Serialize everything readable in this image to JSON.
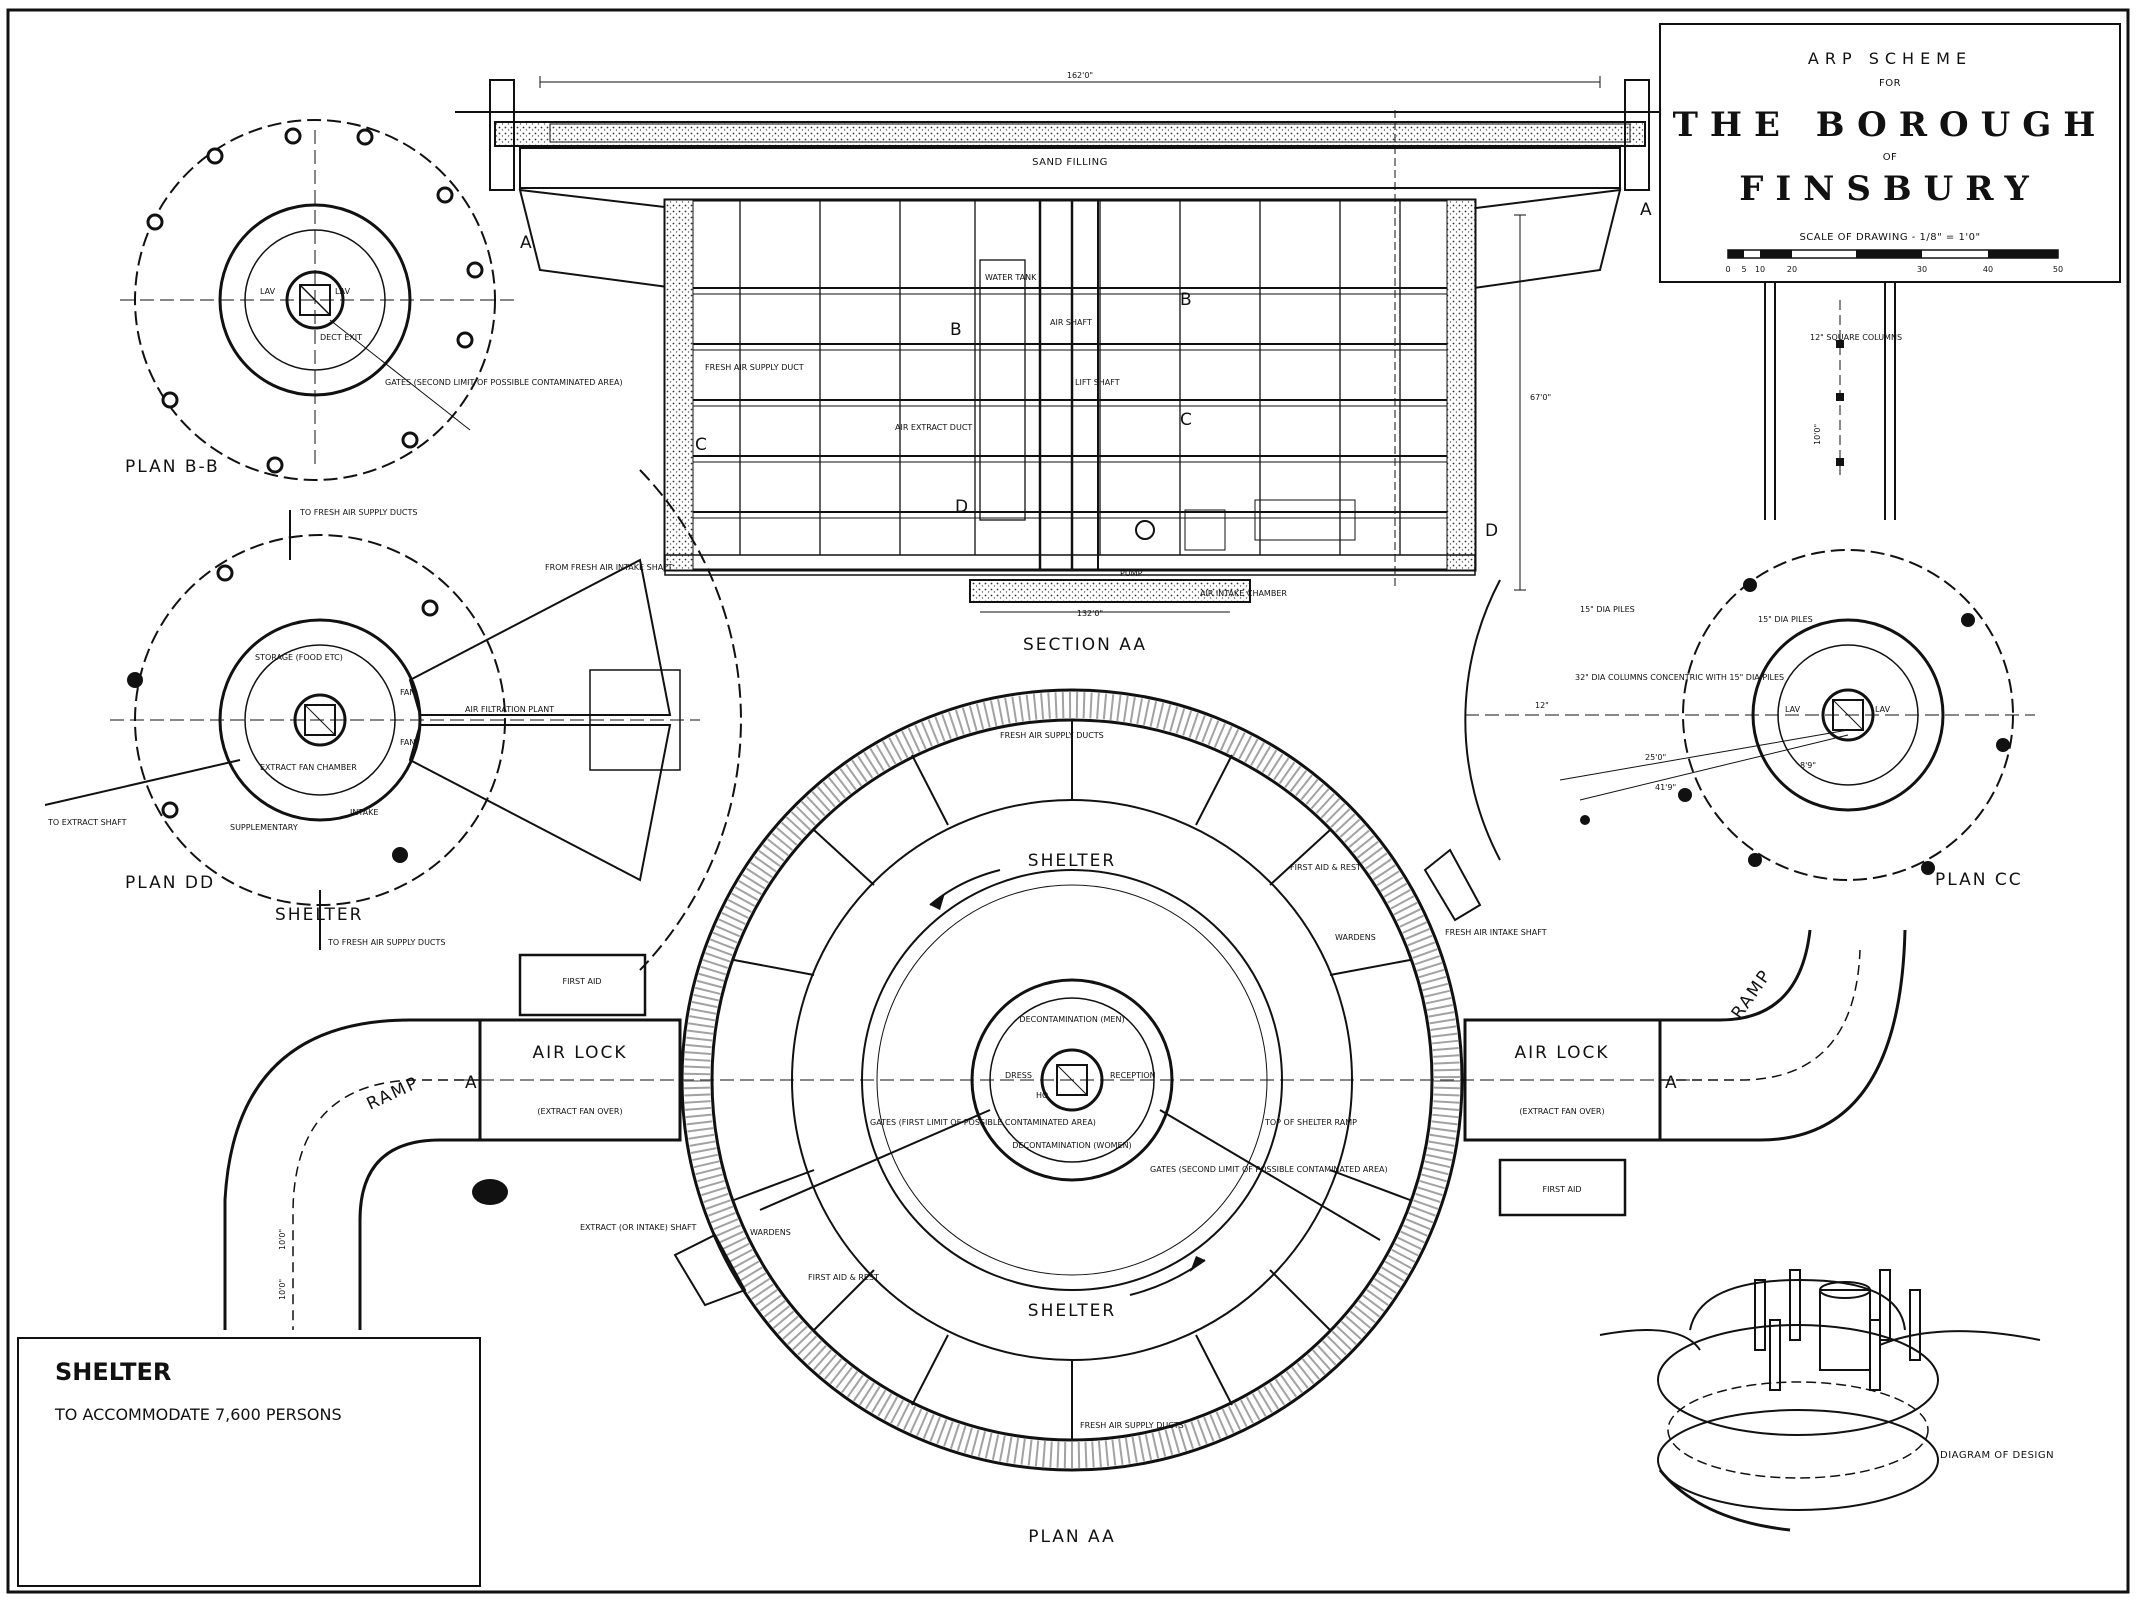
{
  "title_block": {
    "line1": "ARP SCHEME",
    "line2": "FOR",
    "line3": "THE BOROUGH",
    "line4": "OF",
    "line5": "FINSBURY",
    "scale_label": "SCALE OF DRAWING - 1/8\" = 1'0\"",
    "scale_ticks": [
      "0",
      "5",
      "10",
      "20",
      "30",
      "40",
      "50"
    ]
  },
  "info_box": {
    "title": "SHELTER",
    "subtitle": "TO ACCOMMODATE 7,600 PERSONS"
  },
  "views": {
    "plan_bb": "PLAN B-B",
    "plan_dd": "PLAN DD",
    "plan_cc": "PLAN CC",
    "plan_aa": "PLAN AA",
    "section_aa": "SECTION AA",
    "diagram": "DIAGRAM OF DESIGN"
  },
  "section_labels": {
    "dim_top": "162'0\"",
    "dim_bottom": "132'0\"",
    "dim_side": "67'0\"",
    "sand": "SAND FILLING",
    "water_tank": "WATER TANK",
    "air_shaft": "AIR SHAFT",
    "lift_shaft": "LIFT SHAFT",
    "fresh_air_duct": "FRESH AIR SUPPLY DUCT",
    "air_extract_duct": "AIR EXTRACT DUCT",
    "air_intake_chamber": "AIR INTAKE CHAMBER",
    "pump": "PUMP",
    "mark_a": "A",
    "mark_b": "B",
    "mark_c": "C",
    "mark_d": "D",
    "columns": "12\" SQUARE COLUMNS",
    "col_dim": "10'0\""
  },
  "plan_bb_labels": {
    "lav1": "LAV",
    "lav2": "LAV",
    "exit": "DECT EXIT",
    "gates": "GATES (SECOND LIMIT OF POSSIBLE CONTAMINATED AREA)"
  },
  "plan_dd_labels": {
    "fresh_air_top": "TO FRESH AIR SUPPLY DUCTS",
    "intake_shaft": "FROM FRESH AIR INTAKE SHAFT",
    "storage": "STORAGE (FOOD ETC)",
    "filtration": "AIR FILTRATION PLANT",
    "fan1": "FAN",
    "fan2": "FAN",
    "extract_chamber": "EXTRACT FAN CHAMBER",
    "extract_shaft": "TO EXTRACT SHAFT",
    "supplementary": "SUPPLEMENTARY",
    "intake": "INTAKE",
    "shelter": "SHELTER",
    "fresh_air_bottom": "TO FRESH AIR SUPPLY DUCTS"
  },
  "plan_cc_labels": {
    "piles1": "15\" DIA PILES",
    "piles2": "15\" DIA PILES",
    "columns": "32\" DIA COLUMNS CONCENTRIC WITH 15\" DIA PILES",
    "lav1": "LAV",
    "lav2": "LAV",
    "dim1": "12\"",
    "dim2": "25'0\"",
    "dim3": "41'9\"",
    "dim4": "8'9\""
  },
  "plan_aa_labels": {
    "fresh_air_top": "FRESH AIR SUPPLY DUCTS",
    "shelter_top": "SHELTER",
    "shelter_bottom": "SHELTER",
    "first_aid_rest_r": "FIRST AID & REST",
    "wardens_r": "WARDENS",
    "intake_shaft": "FRESH AIR INTAKE SHAFT",
    "decon_men": "DECONTAMINATION (MEN)",
    "decon_women": "DECONTAMINATION (WOMEN)",
    "dress": "DRESS",
    "reception": "RECEPTION",
    "ho": "HO",
    "gates_first": "GATES (FIRST LIMIT OF POSSIBLE CONTAMINATED AREA)",
    "gates_second": "GATES (SECOND LIMIT OF POSSIBLE CONTAMINATED AREA)",
    "top_ramp": "TOP OF SHELTER RAMP",
    "extract_shaft": "EXTRACT (OR INTAKE) SHAFT",
    "wardens_l": "WARDENS",
    "first_aid_rest_l": "FIRST AID & REST",
    "fresh_air_bottom": "FRESH AIR SUPPLY DUCTS",
    "air_lock_l": "AIR LOCK",
    "air_lock_r": "AIR LOCK",
    "extract_fan_l": "(EXTRACT FAN OVER)",
    "extract_fan_r": "(EXTRACT FAN OVER)",
    "first_aid_top": "FIRST AID",
    "first_aid_bottom": "FIRST AID",
    "ramp_l": "RAMP",
    "ramp_r": "RAMP",
    "mark_a_l": "A",
    "mark_a_r": "A",
    "dim_r1": "10'0\"",
    "dim_r2": "10'0\""
  }
}
